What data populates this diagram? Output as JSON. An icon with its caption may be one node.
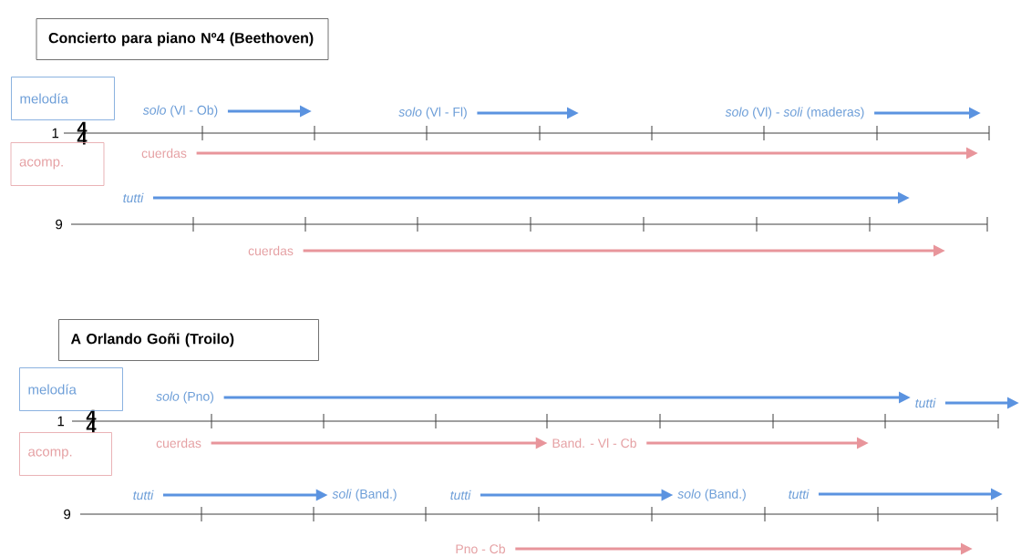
{
  "diagram": {
    "nodes": [
      {
        "text": [
          "Concierto para piano Nº4 (Beethoven)"
        ]
      },
      {
        "text": [
          "melodía"
        ]
      },
      {
        "text": [
          "acomp."
        ]
      },
      {
        "text": [
          "*solo* (Vl - Ob)"
        ]
      },
      {
        "text": [
          "*solo* (Vl - Fl)"
        ]
      },
      {
        "text": [
          "*solo* (Vl) - *soli* (maderas)"
        ]
      },
      {
        "text": [
          "cuerdas"
        ]
      },
      {
        "text": [
          "tutti"
        ]
      },
      {
        "text": [
          "cuerdas"
        ]
      },
      {
        "text": [
          "A Orlando Goñi (Troilo)"
        ]
      },
      {
        "text": [
          "melodía"
        ]
      },
      {
        "text": [
          "acomp."
        ]
      },
      {
        "text": [
          "*solo* (Pno)"
        ]
      },
      {
        "text": [
          "tutti"
        ]
      },
      {
        "text": [
          "cuerdas"
        ]
      },
      {
        "text": [
          "Band. - Vl - Cb"
        ]
      },
      {
        "text": [
          "tutti"
        ]
      },
      {
        "text": [
          "*soli* (Band.)"
        ]
      },
      {
        "text": [
          "tutti"
        ]
      },
      {
        "text": [
          "*solo* (Band.)"
        ]
      },
      {
        "text": [
          "tutti"
        ]
      },
      {
        "text": [
          "Pno - Cb"
        ]
      }
    ],
    "edges": [
      {
        "from": 3,
        "to": null,
        "arrow": "to"
      },
      {
        "from": 4,
        "to": null,
        "arrow": "to"
      },
      {
        "from": 5,
        "to": null,
        "arrow": "to"
      },
      {
        "from": 6,
        "to": null,
        "arrow": "to",
        "color": "#e8959b"
      },
      {
        "from": 7,
        "to": null,
        "arrow": "to"
      },
      {
        "from": 8,
        "to": null,
        "arrow": "to",
        "color": "#e8959b"
      },
      {
        "from": 12,
        "to": 13,
        "arrow": "to"
      },
      {
        "from": 13,
        "to": null,
        "arrow": "to"
      },
      {
        "from": 14,
        "to": 15,
        "arrow": "to",
        "color": "#e8959b"
      },
      {
        "from": 15,
        "to": null,
        "arrow": "to",
        "color": "#e8959b"
      },
      {
        "from": 16,
        "to": 17,
        "arrow": "to"
      },
      {
        "from": 18,
        "to": 19,
        "arrow": "to"
      },
      {
        "from": 20,
        "to": null,
        "arrow": "to"
      },
      {
        "from": 21,
        "to": null,
        "arrow": "to",
        "color": "#e8959b"
      }
    ],
    "labels": [
      "1",
      "4",
      "4",
      "9",
      "1",
      "4",
      "4",
      "9"
    ]
  }
}
